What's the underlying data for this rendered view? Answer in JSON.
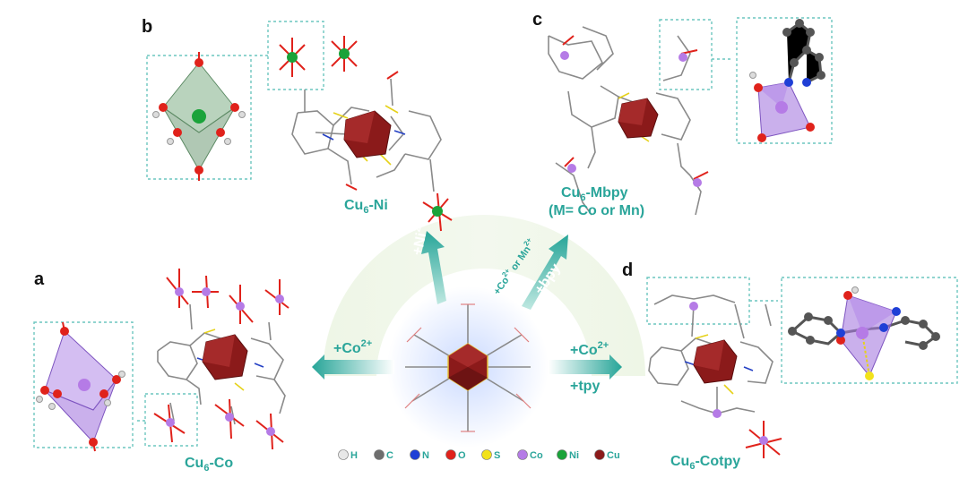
{
  "panels": {
    "a": {
      "letter": "a",
      "compound": "Cu",
      "sub": "6",
      "suffix": "-Co"
    },
    "b": {
      "letter": "b",
      "compound": "Cu",
      "sub": "6",
      "suffix": "-Ni"
    },
    "c": {
      "letter": "c",
      "compound": "Cu",
      "sub": "6",
      "suffix": "-Mbpy",
      "note": "(M= Co or Mn)"
    },
    "d": {
      "letter": "d",
      "compound": "Cu",
      "sub": "6",
      "suffix": "-Cotpy"
    }
  },
  "reactions": {
    "ni": {
      "text": "+Ni",
      "sup": "2+"
    },
    "co_left": {
      "text": "+Co",
      "sup": "2+"
    },
    "bpy_top": {
      "text": "+Co",
      "sup1": "2+",
      "mid": " or Mn",
      "sup2": "2+"
    },
    "bpy_bottom": {
      "text": "+bpy"
    },
    "tpy_top": {
      "text": "+Co",
      "sup": "2+"
    },
    "tpy_bottom": {
      "text": "+tpy"
    }
  },
  "legend": [
    {
      "label": "H",
      "color": "#e8e8e8"
    },
    {
      "label": "C",
      "color": "#6e6e6e"
    },
    {
      "label": "N",
      "color": "#1f3fd6"
    },
    {
      "label": "O",
      "color": "#e0221b"
    },
    {
      "label": "S",
      "color": "#f2e21b"
    },
    {
      "label": "Co",
      "color": "#b57be6"
    },
    {
      "label": "Ni",
      "color": "#1aa33a"
    },
    {
      "label": "Cu",
      "color": "#8b1a1a"
    }
  ],
  "colors": {
    "accent": "#2aa59a",
    "arrow": "#2aa59a",
    "cu_core": "#8b1a1a",
    "co_polyhedron": "#a77ce0",
    "ni_polyhedron": "#6f9a76"
  }
}
